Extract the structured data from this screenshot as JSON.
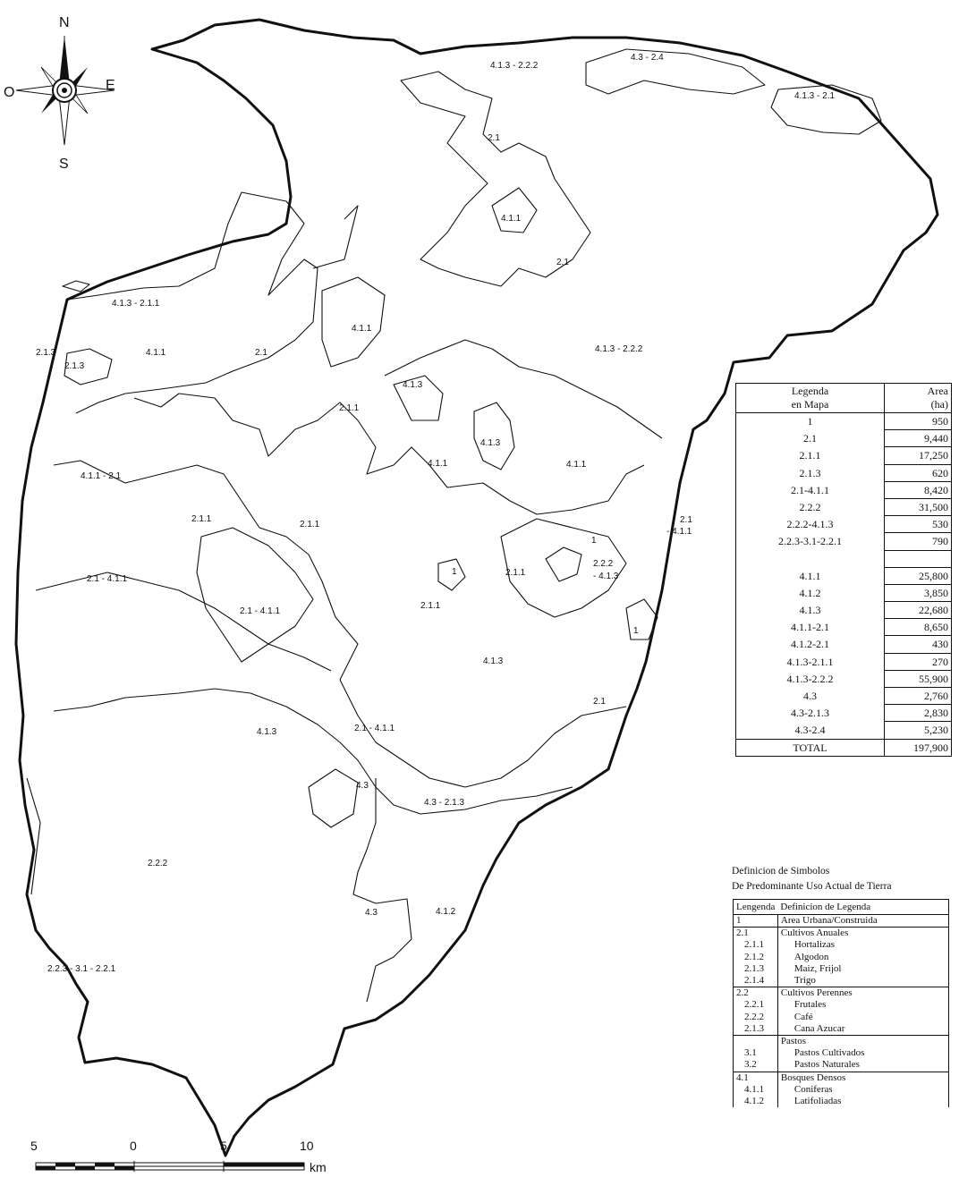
{
  "compass": {
    "n": "N",
    "s": "S",
    "e": "E",
    "w": "O"
  },
  "map_labels": {
    "l01": "4.1.3 - 2.2.2",
    "l02": "4.3 - 2.4",
    "l03": "4.1.3 - 2.1",
    "l04": "2.1",
    "l05": "4.1.1",
    "l06": "2.1",
    "l07": "4.1.3 - 2.1.1",
    "l08": "2.1.3",
    "l09": "2.1.3",
    "l10": "4.1.1",
    "l11": "2.1",
    "l12": "4.1.1",
    "l13": "4.1.3 - 2.2.2",
    "l14": "4.1.3",
    "l15": "2.1.1",
    "l16": "4.1.3",
    "l17": "4.1.1",
    "l18": "4.1.1",
    "l19": "4.1.1 - 2.1",
    "l20": "2.1.1",
    "l21": "2.1.1",
    "l22": "2.1",
    "l23": "- 4.1.1",
    "l24": "1",
    "l25": "2.2.2",
    "l26": "- 4.1.3",
    "l27": "2.1.1",
    "l28": "1",
    "l29": "2.1 - 4.1.1",
    "l30": "2.1 - 4.1.1",
    "l31": "2.1.1",
    "l32": "1",
    "l33": "4.1.3",
    "l34": "2.1",
    "l35": "4.1.3",
    "l36": "2.1 - 4.1.1",
    "l37": "4.3",
    "l38": "4.3 - 2.1.3",
    "l39": "2.2.2",
    "l40": "4.3",
    "l41": "4.1.2",
    "l42": "2.2.3 - 3.1 - 2.2.1"
  },
  "scale": {
    "t1": "5",
    "t2": "0",
    "t3": "5",
    "t4": "10",
    "unit": "km"
  },
  "area_table": {
    "col1_line1": "Legenda",
    "col1_line2": "en Mapa",
    "col2_line1": "Area",
    "col2_line2": "(ha)",
    "rows": [
      {
        "code": "1",
        "area": "950"
      },
      {
        "code": "2.1",
        "area": "9,440"
      },
      {
        "code": "2.1.1",
        "area": "17,250"
      },
      {
        "code": "2.1.3",
        "area": "620"
      },
      {
        "code": "2.1-4.1.1",
        "area": "8,420"
      },
      {
        "code": "2.2.2",
        "area": "31,500"
      },
      {
        "code": "2.2.2-4.1.3",
        "area": "530"
      },
      {
        "code": "2.2.3-3.1-2.2.1",
        "area": "790"
      },
      {
        "code": "",
        "area": ""
      },
      {
        "code": "4.1.1",
        "area": "25,800"
      },
      {
        "code": "4.1.2",
        "area": "3,850"
      },
      {
        "code": "4.1.3",
        "area": "22,680"
      },
      {
        "code": "4.1.1-2.1",
        "area": "8,650"
      },
      {
        "code": "4.1.2-2.1",
        "area": "430"
      },
      {
        "code": "4.1.3-2.1.1",
        "area": "270"
      },
      {
        "code": "4.1.3-2.2.2",
        "area": "55,900"
      },
      {
        "code": "4.3",
        "area": "2,760"
      },
      {
        "code": "4.3-2.1.3",
        "area": "2,830"
      },
      {
        "code": "4.3-2.4",
        "area": "5,230"
      }
    ],
    "total_label": "TOTAL",
    "total_value": "197,900"
  },
  "symbols": {
    "title_line1": "Definicion de Simbolos",
    "title_line2": "De Predominante Uso Actual de Tierra",
    "header_code": "Lengenda",
    "header_def": "Definicion de Legenda",
    "rows": [
      {
        "code": "1",
        "def": "Area Urbana/Construida",
        "group": true
      },
      {
        "code": "2.1",
        "def": "Cultivos Anuales",
        "group": true
      },
      {
        "code": "2.1.1",
        "def": "Hortalizas",
        "group": false
      },
      {
        "code": "2.1.2",
        "def": "Algodon",
        "group": false
      },
      {
        "code": "2.1.3",
        "def": "Maiz, Frijol",
        "group": false
      },
      {
        "code": "2.1.4",
        "def": "Trigo",
        "group": false
      },
      {
        "code": "2.2",
        "def": "Cultivos Perennes",
        "group": true
      },
      {
        "code": "2.2.1",
        "def": "Frutales",
        "group": false
      },
      {
        "code": "2.2.2",
        "def": "Café",
        "group": false
      },
      {
        "code": "2.1.3",
        "def": "Cana Azucar",
        "group": false
      },
      {
        "code": "",
        "def": "Pastos",
        "group": true
      },
      {
        "code": "3.1",
        "def": "Pastos Cultivados",
        "group": false
      },
      {
        "code": "3.2",
        "def": "Pastos Naturales",
        "group": false
      },
      {
        "code": "4.1",
        "def": "Bosques Densos",
        "group": true
      },
      {
        "code": "4.1.1",
        "def": "Coniferas",
        "group": false
      },
      {
        "code": "4.1.2",
        "def": "Latifoliadas",
        "group": false
      }
    ]
  }
}
